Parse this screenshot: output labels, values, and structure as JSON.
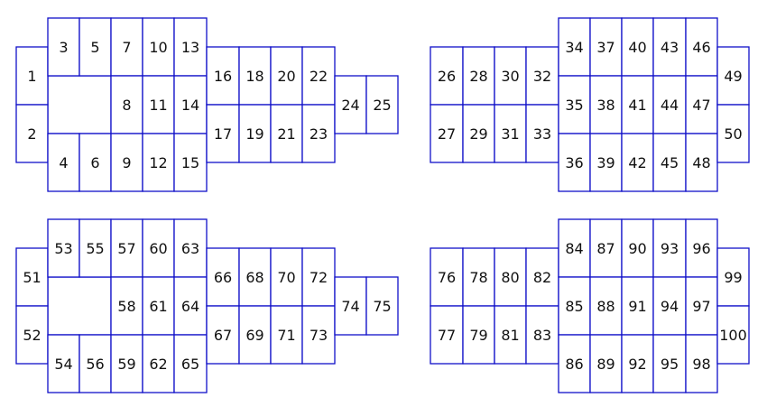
{
  "colors": {
    "line": "#1010c8",
    "text": "#111111",
    "background": "#ffffff"
  },
  "blocks": [
    {
      "name": "block-1",
      "labels": [
        "1",
        "2",
        "3",
        "4",
        "5",
        "6",
        "7",
        "8",
        "9",
        "10",
        "11",
        "12",
        "13",
        "14",
        "15",
        "16",
        "17",
        "18",
        "19",
        "20",
        "21",
        "22",
        "23",
        "24",
        "25"
      ]
    },
    {
      "name": "block-2",
      "labels": [
        "26",
        "27",
        "28",
        "29",
        "30",
        "31",
        "32",
        "33",
        "34",
        "35",
        "36",
        "37",
        "38",
        "39",
        "40",
        "41",
        "42",
        "43",
        "44",
        "45",
        "46",
        "47",
        "48",
        "49",
        "50"
      ]
    },
    {
      "name": "block-3",
      "labels": [
        "51",
        "52",
        "53",
        "54",
        "55",
        "56",
        "57",
        "58",
        "59",
        "60",
        "61",
        "62",
        "63",
        "64",
        "65",
        "66",
        "67",
        "68",
        "69",
        "70",
        "71",
        "72",
        "73",
        "74",
        "75"
      ]
    },
    {
      "name": "block-4",
      "labels": [
        "76",
        "77",
        "78",
        "79",
        "80",
        "81",
        "82",
        "83",
        "84",
        "85",
        "86",
        "87",
        "88",
        "89",
        "90",
        "91",
        "92",
        "93",
        "94",
        "95",
        "96",
        "97",
        "98",
        "99",
        "100"
      ]
    }
  ]
}
